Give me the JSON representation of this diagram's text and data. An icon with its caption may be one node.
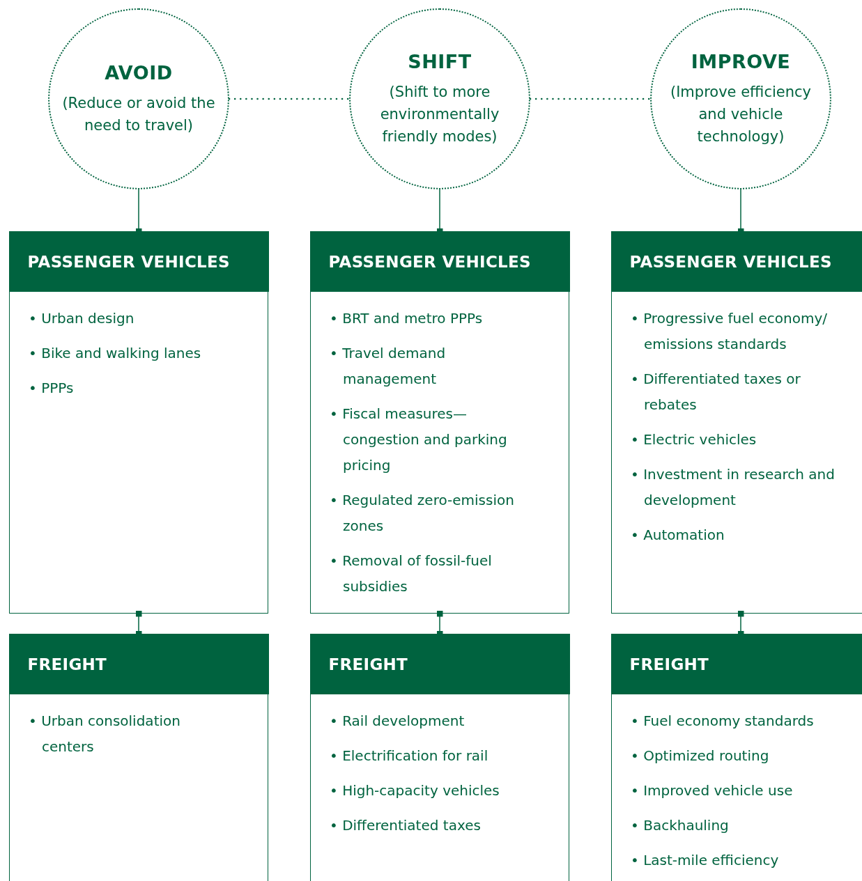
{
  "diagram": {
    "nodes": [
      {
        "text": [
          "AVOID",
          "(Reduce or avoid the need to travel)"
        ]
      },
      {
        "text": [
          "SHIFT",
          "(Shift to more environmentally friendly modes)"
        ]
      },
      {
        "text": [
          "IMPROVE",
          "(Improve efficiency and vehicle technology)"
        ]
      },
      {
        "text": [
          "PASSENGER VEHICLES",
          "• Urban design",
          "• Bike and walking lanes",
          "• PPPs"
        ]
      },
      {
        "text": [
          "PASSENGER VEHICLES",
          "• BRT and metro PPPs",
          "• Travel demand management",
          "• Fiscal measures— congestion and parking pricing",
          "• Regulated zero-emission zones",
          "• Removal of fossil-fuel subsidies"
        ]
      },
      {
        "text": [
          "PASSENGER VEHICLES",
          "• Progressive fuel economy/ emissions standards",
          "• Differentiated taxes or rebates",
          "• Electric vehicles",
          "• Investment in research and development",
          "• Automation"
        ]
      },
      {
        "text": [
          "FREIGHT",
          "• Urban consolidation centers"
        ]
      },
      {
        "text": [
          "FREIGHT",
          "• Rail development",
          "• Electrification for rail",
          "• High-capacity vehicles",
          "• Differentiated taxes"
        ]
      },
      {
        "text": [
          "FREIGHT",
          "• Fuel economy standards",
          "• Optimized routing",
          "• Improved vehicle use",
          "• Backhauling",
          "• Last-mile efficiency"
        ]
      }
    ],
    "edges": [
      {
        "from": 0,
        "to": 1,
        "arrow": "none",
        "style": "dashed"
      },
      {
        "from": 1,
        "to": 2,
        "arrow": "none",
        "style": "dashed"
      },
      {
        "from": 0,
        "to": 3,
        "arrow": "other"
      },
      {
        "from": 1,
        "to": 4,
        "arrow": "other"
      },
      {
        "from": 2,
        "to": 5,
        "arrow": "other"
      },
      {
        "from": 3,
        "to": 6,
        "arrow": "other"
      },
      {
        "from": 4,
        "to": 7,
        "arrow": "other"
      },
      {
        "from": 5,
        "to": 8,
        "arrow": "other"
      }
    ]
  }
}
